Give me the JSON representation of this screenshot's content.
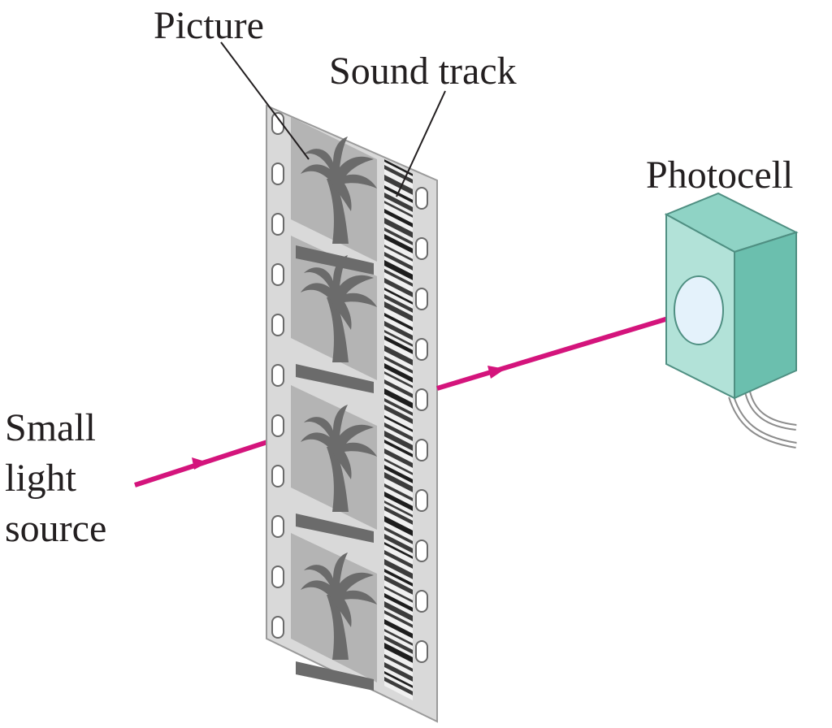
{
  "labels": {
    "picture": "Picture",
    "sound_track": "Sound track",
    "photocell": "Photocell",
    "source_line1": "Small",
    "source_line2": "light",
    "source_line3": "source"
  },
  "icons": [
    "palm-tree-icon",
    "film-sprocket-hole",
    "sound-track-stripes",
    "light-beam-arrow"
  ],
  "colors": {
    "beam": "#d4147c",
    "film": "#d7d7d7",
    "frame": "#b4b4b4",
    "palm": "#6b6b6b",
    "photocell_front": "#b2e2d8",
    "photocell_side": "#6bbfae",
    "photocell_top": "#8fd3c5",
    "lens": "#e4f2fb"
  },
  "film": {
    "frames": 4
  }
}
